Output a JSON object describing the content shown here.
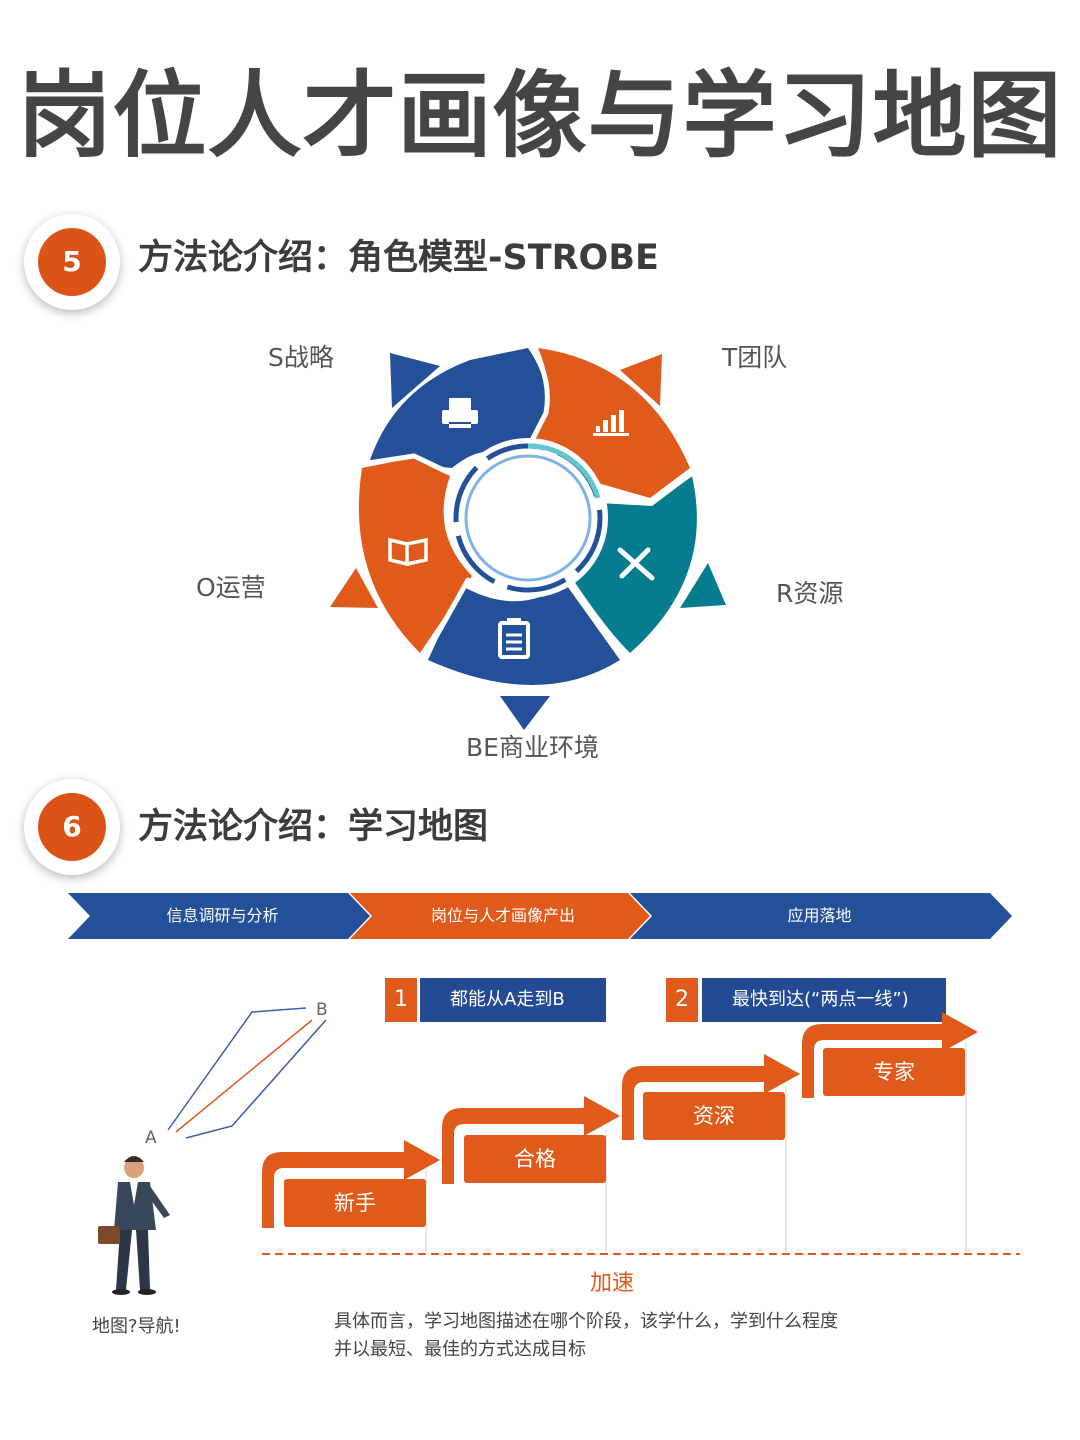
{
  "title": "岗位人才画像与学习地图",
  "section5": {
    "number": "5",
    "title": "方法论介绍：角色模型-STROBE"
  },
  "strobe": {
    "labels": {
      "strategy": "S战略",
      "team": "T团队",
      "resource": "R资源",
      "business_env": "BE商业环境",
      "operation": "O运营"
    },
    "segment_icons": [
      "printer-icon",
      "bar-chart-icon",
      "pencil-ruler-icon",
      "clipboard-icon",
      "book-icon"
    ],
    "colors": {
      "blue": "#244f99",
      "orange": "#e05a1c",
      "teal": "#057d8f"
    }
  },
  "section6": {
    "number": "6",
    "title": "方法论介绍：学习地图"
  },
  "phases": [
    "信息调研与分析",
    "岗位与人才画像产出",
    "应用落地"
  ],
  "points": [
    {
      "num": "1",
      "text": "都能从A走到B"
    },
    {
      "num": "2",
      "text": "最快到达(“两点一线”)"
    }
  ],
  "route": {
    "a": "A",
    "b": "B"
  },
  "stairs": [
    "新手",
    "合格",
    "资深",
    "专家"
  ],
  "accelerate": "加速",
  "caption": "地图?导航!",
  "description": [
    "具体而言，学习地图描述在哪个阶段，该学什么，学到什么程度",
    "并以最短、最佳的方式达成目标"
  ]
}
